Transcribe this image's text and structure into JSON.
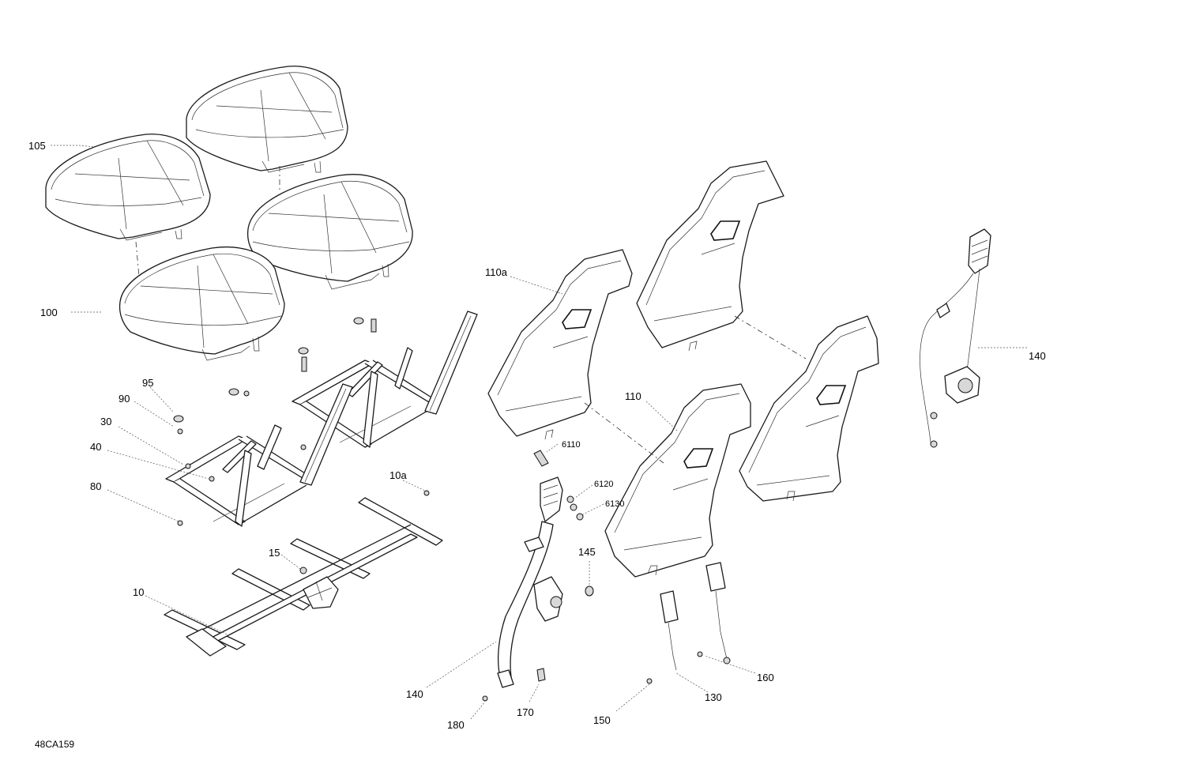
{
  "diagram": {
    "reference": "48CA159",
    "callouts": {
      "c105": "105",
      "c100": "100",
      "c95": "95",
      "c90": "90",
      "c30": "30",
      "c40": "40",
      "c80": "80",
      "c10a": "10a",
      "c15": "15",
      "c10": "10",
      "c110a": "110a",
      "c110": "110",
      "c6110": "6110",
      "c6120": "6120",
      "c6130": "6130",
      "c145": "145",
      "c140_left": "140",
      "c140_right": "140",
      "c180": "180",
      "c170": "170",
      "c150": "150",
      "c130": "130",
      "c160": "160"
    }
  }
}
